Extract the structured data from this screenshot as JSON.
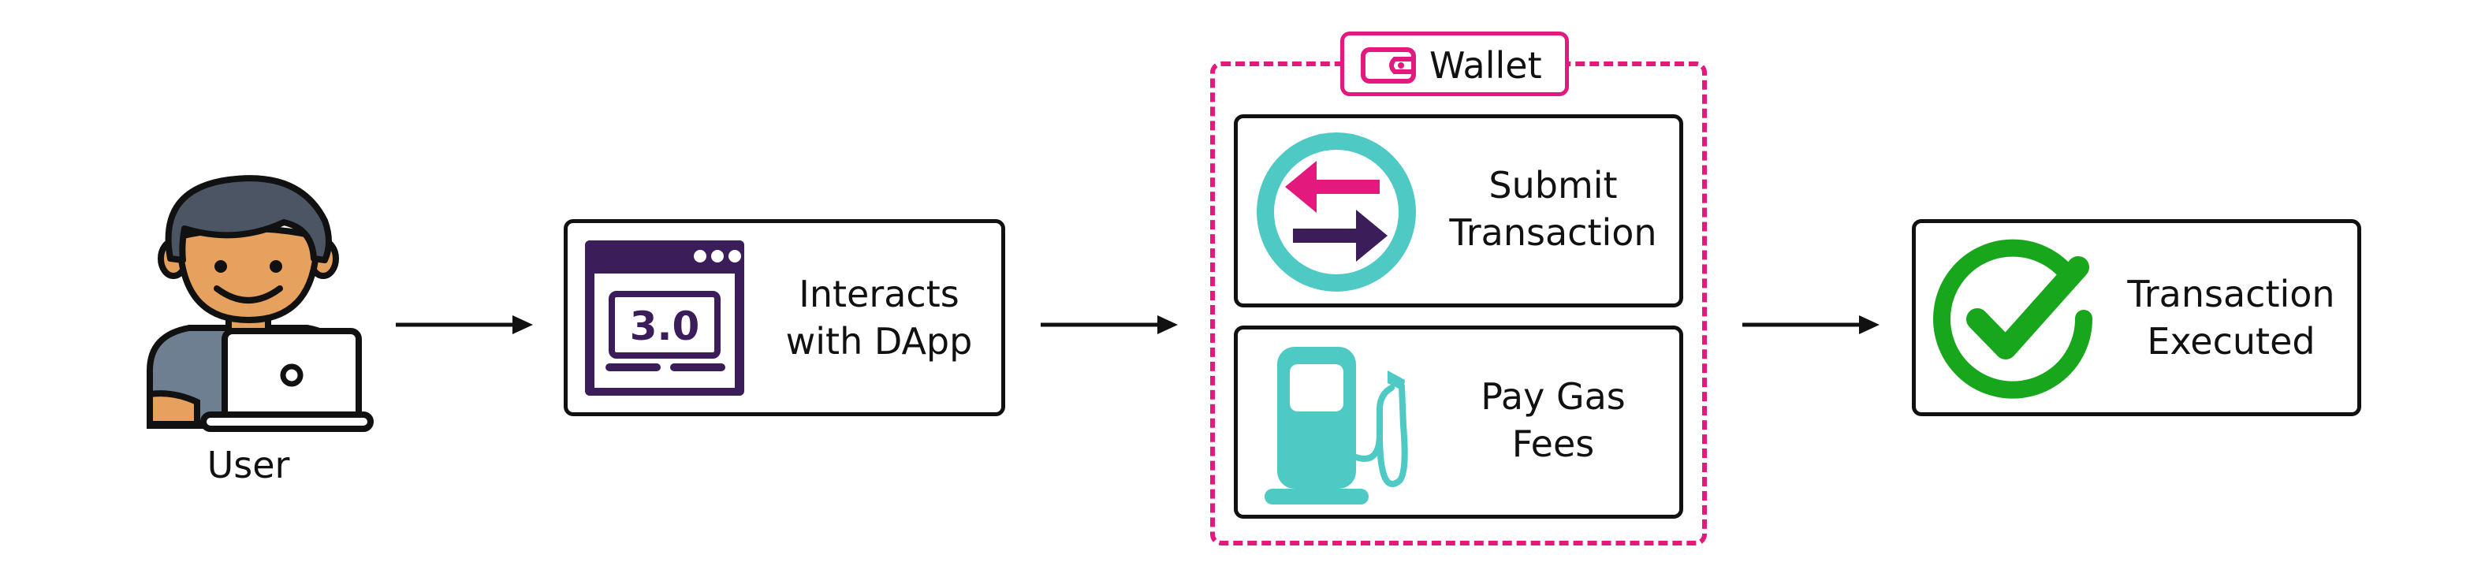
{
  "user": {
    "label": "User"
  },
  "dapp": {
    "screen_text": "3.0",
    "line1": "Interacts",
    "line2": "with DApp"
  },
  "wallet": {
    "title": "Wallet",
    "submit": {
      "line1": "Submit",
      "line2": "Transaction"
    },
    "gas": {
      "line1": "Pay Gas",
      "line2": "Fees"
    }
  },
  "executed": {
    "line1": "Transaction",
    "line2": "Executed"
  },
  "colors": {
    "wallet_accent": "#e3197e",
    "teal": "#4fc9c4",
    "purple": "#3b1d5a",
    "green": "#18a61c",
    "skin": "#e7a15e",
    "shirt": "#6e7f91"
  }
}
